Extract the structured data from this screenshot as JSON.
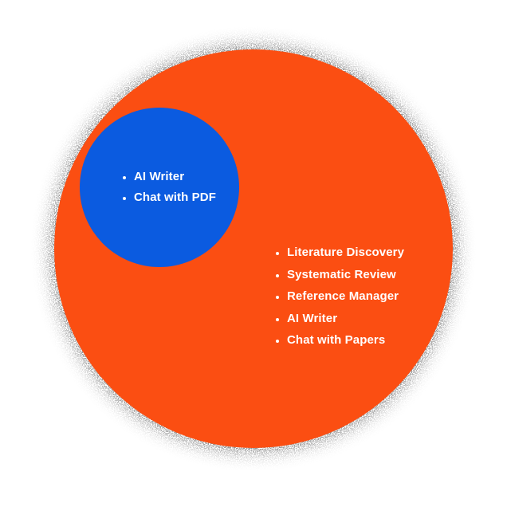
{
  "diagram": {
    "title": "product-feature-venn",
    "background_color": "#ffffff",
    "shadow_color": "#000000",
    "blue_circle": {
      "color": "#0b5be0",
      "items": [
        "AI Writer",
        "Chat with PDF"
      ]
    },
    "orange_circle": {
      "color": "#fb4e12",
      "items": [
        "Literature Discovery",
        "Systematic Review",
        "Reference Manager",
        "AI Writer",
        "Chat with Papers"
      ]
    }
  }
}
